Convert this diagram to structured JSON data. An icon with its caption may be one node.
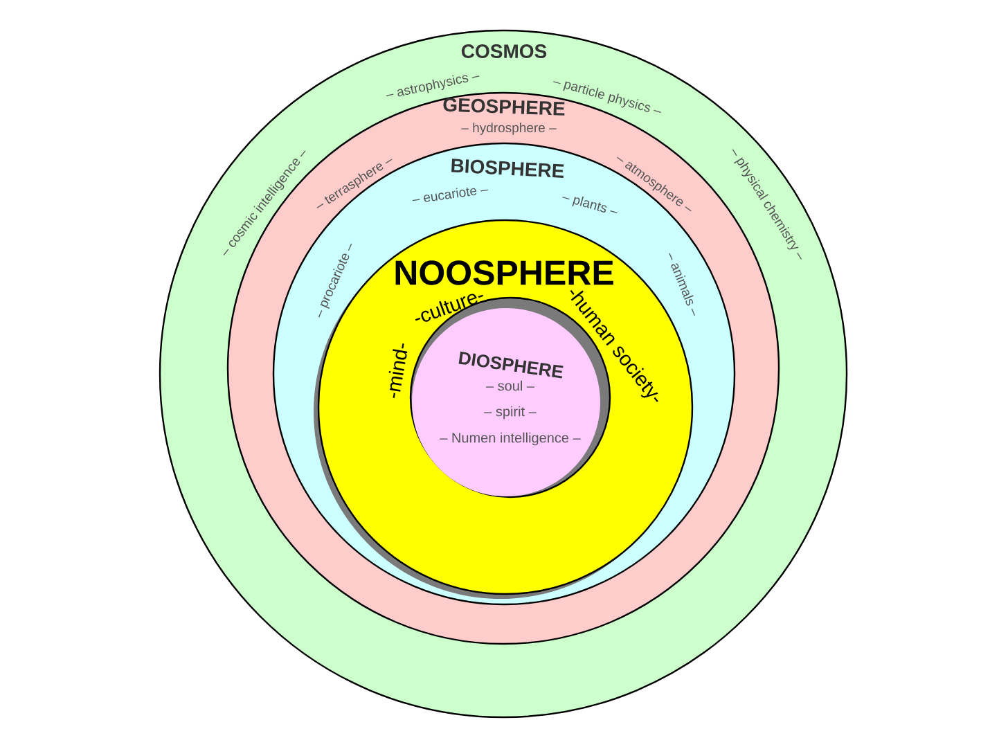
{
  "diagram": {
    "nodes": [
      {
        "text": [
          "COSMOS",
          "– astrophysics –",
          "– particle physics –",
          "– cosmic intelligence –",
          "– physical chemistry –"
        ]
      },
      {
        "text": [
          "GEOSPHERE",
          "– hydrosphere –",
          "– terrasphere –",
          "– atmosphere –"
        ],
        "in": 0
      },
      {
        "text": [
          "BIOSPHERE",
          "– eucariote –",
          "– plants –",
          "– procariote –",
          "– animals –"
        ],
        "in": 1
      },
      {
        "text": [
          "NOOSPHERE",
          "-culture-",
          "-human society-",
          "-mind-"
        ],
        "in": 2
      },
      {
        "text": [
          "DIOSPHERE",
          "– soul –",
          "– spirit –",
          "– Numen intelligence –"
        ],
        "in": 3
      }
    ]
  }
}
